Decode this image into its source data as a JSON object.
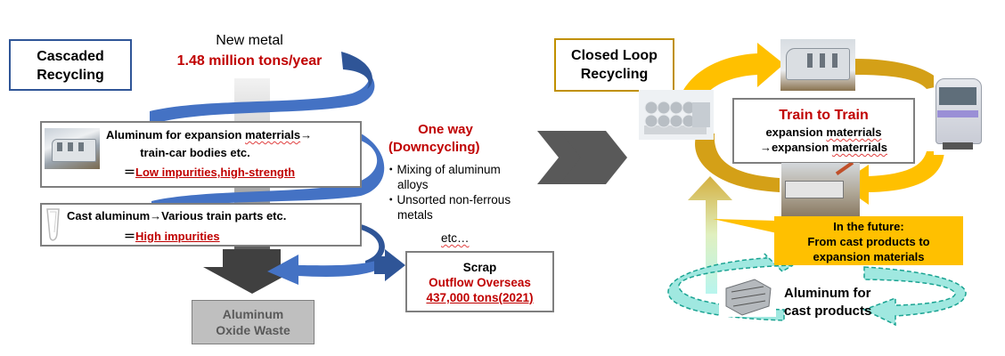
{
  "left": {
    "title_lines": [
      "Cascaded",
      "Recycling"
    ],
    "new_metal_label": "New metal",
    "new_metal_amount": "1.48 million tons/year",
    "expansion_box": {
      "line1_prefix": "Aluminum for expansion ",
      "line1_word": "materrials",
      "line1_suffix": "→",
      "line2": "train-car bodies etc.",
      "line3_prefix": "＝",
      "line3_red": "Low impurities,high-strength",
      "image_icon": "train-car-photo"
    },
    "cast_box": {
      "line1": "Cast aluminum→Various train parts etc.",
      "line2_prefix": "＝",
      "line2_red": "High impurities",
      "image_icon": "cast-part-icon"
    },
    "waste_box": [
      "Aluminum",
      "Oxide Waste"
    ],
    "one_way": {
      "title": "One way",
      "subtitle": "(Downcycling)",
      "bullets": [
        {
          "first": "・Mixing of aluminum",
          "second": "alloys"
        },
        {
          "first": "・Unsorted non-ferrous",
          "second": "metals"
        }
      ],
      "etc": "etc…"
    },
    "scrap_box": {
      "title": "Scrap",
      "line2": "Outflow Overseas",
      "line3": "437,000 tons(2021)"
    },
    "colors": {
      "spiral": "#4472c4",
      "spiral_dark": "#2f5597",
      "red": "#c00000",
      "waste_fill": "#bfbfbf",
      "down_arrow": "#404040"
    }
  },
  "divider_icon": "triple-chevron-right",
  "right": {
    "title_lines": [
      "Closed Loop",
      "Recycling"
    ],
    "center_box": {
      "title": "Train to Train",
      "line2_prefix": "expansion ",
      "line2_word": "materrials",
      "line3_prefix": "→expansion ",
      "line3_word": "materrials"
    },
    "future_box": [
      "In the future:",
      "From cast products to",
      "expansion materials"
    ],
    "cast_label": [
      "Aluminum for",
      "cast products"
    ],
    "images": [
      "aluminum-billets-photo",
      "new-train-car-photo",
      "subway-train-front-photo",
      "train-dismantling-photo",
      "engine-block-photo"
    ],
    "colors": {
      "loop": "#ffc000",
      "loop_dark": "#d4a017",
      "teal": "#a0e8e0",
      "teal_border": "#1aa392",
      "title_border": "#c09000"
    }
  }
}
